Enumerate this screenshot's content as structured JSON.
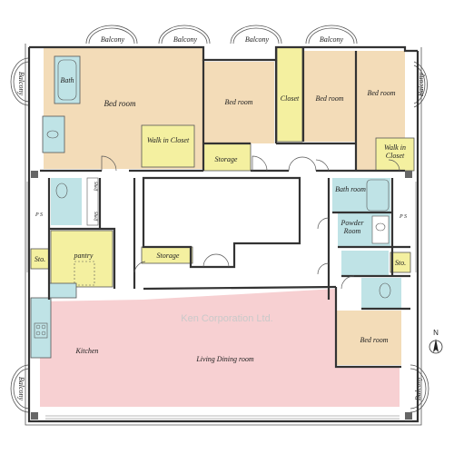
{
  "watermark": "Ken Corporation Ltd.",
  "compass": {
    "north_label": "N"
  },
  "rooms": {
    "balcony_top_1": "Balcony",
    "balcony_top_2": "Balcony",
    "balcony_top_3": "Balcony",
    "balcony_top_4": "Balcony",
    "balcony_left_top": "Balcony",
    "balcony_right_top": "Balcony",
    "balcony_left_bottom": "Balcony",
    "balcony_right_bottom": "Balcony",
    "bath_main": "Bath",
    "bedroom_main": "Bed room",
    "walkin_left": "Walk in Closet",
    "bedroom_2": "Bed room",
    "storage_top": "Storage",
    "closet": "Closet",
    "bedroom_3": "Bed room",
    "bedroom_4": "Bed room",
    "walkin_right": "Walk in Closet",
    "shelf_1": "Shelf",
    "shelf_2": "Shelf",
    "ps_left": "P S",
    "ps_right": "P S",
    "pantry": "pantry",
    "sto_left": "Sto.",
    "storage_center": "Storage",
    "bath_room": "Bath room",
    "powder_room": "Powder Room",
    "sto_right": "Sto.",
    "kitchen": "Kitchen",
    "living": "Living Dining room",
    "bedroom_se": "Bed room"
  },
  "colors": {
    "bedroom": "#f3dcb8",
    "wet": "#bfe3e6",
    "closet": "#f4f0a0",
    "living": "#f7d0d2",
    "wall": "#333333"
  }
}
